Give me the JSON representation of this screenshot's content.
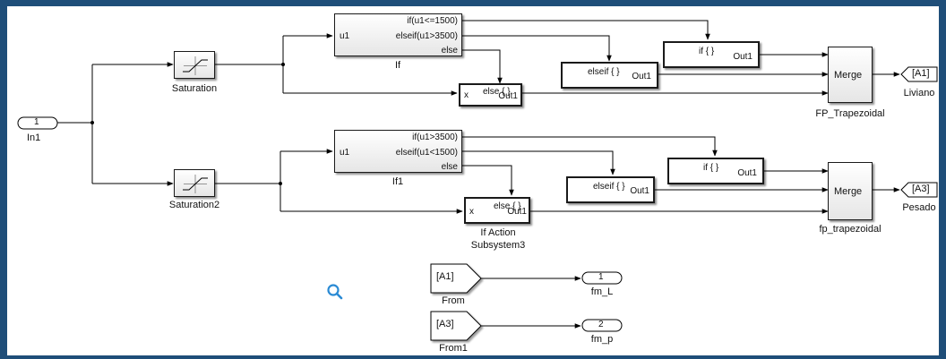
{
  "colors": {
    "frame": "#1f4e79",
    "lines": "#000000",
    "zoom_icon": "#2a8ad4"
  },
  "inports": [
    {
      "number": "1",
      "label": "In1"
    }
  ],
  "saturation_blocks": [
    {
      "label": "Saturation"
    },
    {
      "label": "Saturation2"
    }
  ],
  "if_blocks": [
    {
      "label": "If",
      "input": "u1",
      "conditions": [
        "if(u1<=1500)",
        "elseif(u1>3500)",
        "else"
      ]
    },
    {
      "label": "If1",
      "input": "u1",
      "conditions": [
        "if(u1>3500)",
        "elseif(u1<1500)",
        "else"
      ]
    }
  ],
  "action_subsystems": [
    {
      "action": "if { }",
      "port": "Out1"
    },
    {
      "action": "elseif { }",
      "port": "Out1"
    },
    {
      "input": "x",
      "action": "else { }",
      "port": "Out1"
    },
    {
      "action": "if { }",
      "port": "Out1"
    },
    {
      "action": "elseif { }",
      "port": "Out1"
    },
    {
      "input": "x",
      "action": "else { }",
      "port": "Out1",
      "label_line1": "If Action",
      "label_line2": "Subsystem3"
    }
  ],
  "merge_blocks": [
    {
      "text": "Merge",
      "label": "FP_Trapezoidal"
    },
    {
      "text": "Merge",
      "label": "fp_trapezoidal"
    }
  ],
  "goto_tags": [
    {
      "tag": "[A1]",
      "label": "Liviano"
    },
    {
      "tag": "[A3]",
      "label": "Pesado"
    }
  ],
  "from_tags": [
    {
      "tag": "[A1]",
      "label": "From"
    },
    {
      "tag": "[A3]",
      "label": "From1"
    }
  ],
  "outports": [
    {
      "number": "1",
      "label": "fm_L"
    },
    {
      "number": "2",
      "label": "fm_p"
    }
  ]
}
